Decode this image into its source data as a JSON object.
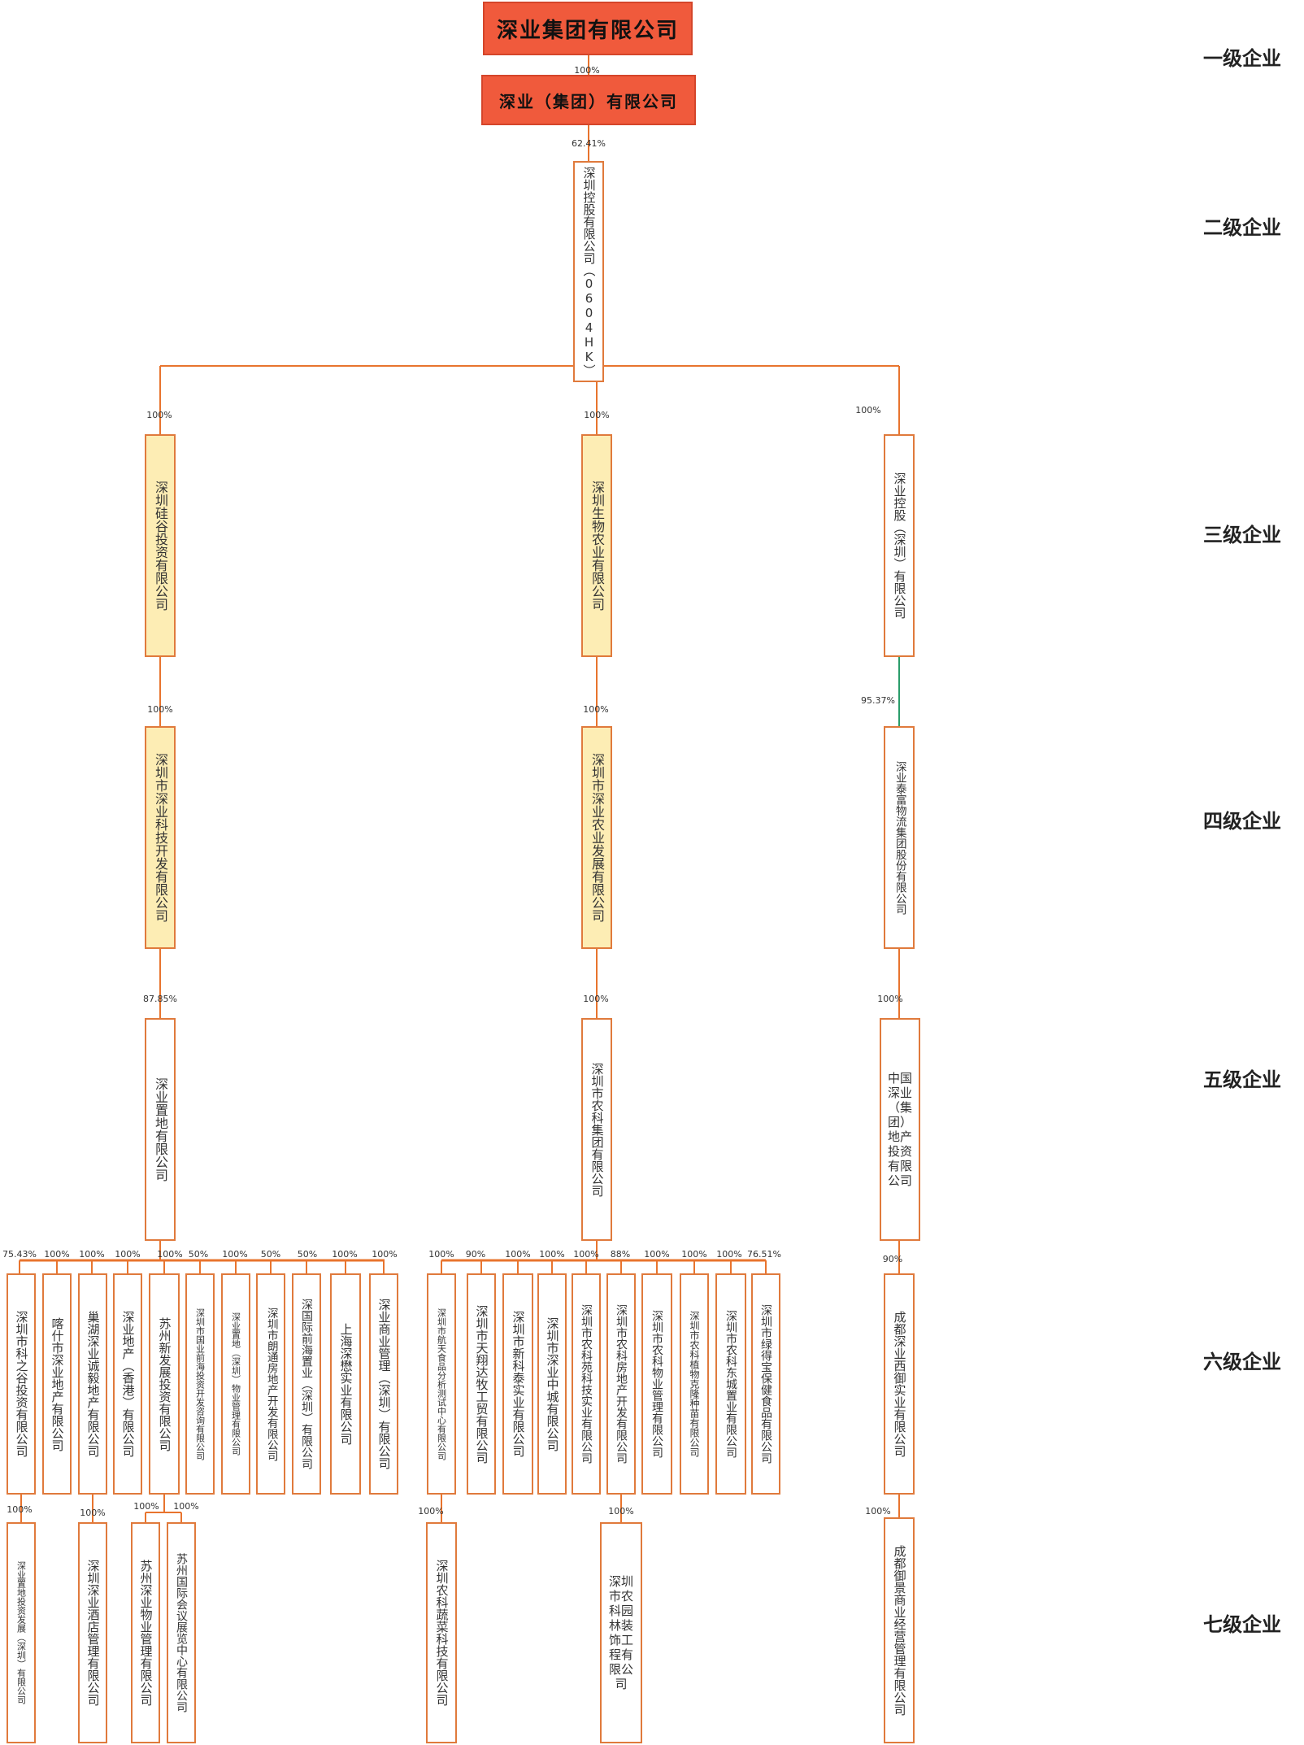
{
  "levels": [
    "一级企业",
    "二级企业",
    "三级企业",
    "四级企业",
    "五级企业",
    "六级企业",
    "七级企业"
  ],
  "nodes": {
    "n1": "深业集团有限公司",
    "n2": "深业（集团）有限公司",
    "n3": "深圳控股有限公司（0604HK）",
    "n4": "深圳硅谷投资有限公司",
    "n5": "深圳生物农业有限公司",
    "n6": "深业控股（深圳）有限公司",
    "n7": "深圳市深业科技开发有限公司",
    "n8": "深圳市深业农业发展有限公司",
    "n9": "深业泰富物流集团股份有限公司",
    "n10": "深业置地有限公司",
    "n11": "深圳市农科集团有限公司",
    "n12": "中国深业（集团）地产投资有限公司",
    "a1": "深圳市科之谷投资有限公司",
    "a2": "喀什市深业地产有限公司",
    "a3": "巢湖深业诚毅地产有限公司",
    "a4": "深业地产（香港）有限公司",
    "a5": "苏州新发展投资有限公司",
    "a6": "深圳市国业前海投资开发咨询有限公司",
    "a7": "深业置地（深圳）物业管理有限公司",
    "a8": "深圳市朗通房地产开发有限公司",
    "a9": "深国际前海置业（深圳）有限公司",
    "a10": "上海深懋实业有限公司",
    "a11": "深业商业管理（深圳）有限公司",
    "b1": "深圳市航天食品分析测试中心有限公司",
    "b2": "深圳市天翔达牧工贸有限公司",
    "b3": "深圳市新科泰实业有限公司",
    "b4": "深圳市深业中城有限公司",
    "b5": "深圳市农科苑科技实业有限公司",
    "b6": "深圳市农科房地产开发有限公司",
    "b7": "深圳市农科物业管理有限公司",
    "b8": "深圳市农科植物克隆种苗有限公司",
    "b9": "深圳市农科东城置业有限公司",
    "b10": "深圳市绿得宝保健食品有限公司",
    "c1": "成都深业西御实业有限公司",
    "d1": "深业置地投资发展（深圳）有限公司",
    "d2": "深圳深业酒店管理有限公司",
    "d3": "苏州深业物业管理有限公司",
    "d4": "苏州国际会议展览中心有限公司",
    "d5": "深圳农科蔬菜科技有限公司",
    "d6": "深圳市农科园林装饰工程有限公司",
    "d7": "成都御景商业经营管理有限公司"
  },
  "pcts": {
    "p1": "100%",
    "p2": "62.41%",
    "p3": "100%",
    "p4": "100%",
    "p5": "100%",
    "p6": "100%",
    "p7": "100%",
    "p8": "95.37%",
    "p9": "87.85%",
    "p10": "100%",
    "p11": "100%",
    "pa1": "75.43%",
    "pa2": "100%",
    "pa3": "100%",
    "pa4": "100%",
    "pa5": "100%",
    "pa6": "50%",
    "pa7": "100%",
    "pa8": "50%",
    "pa9": "50%",
    "pa10": "100%",
    "pa11": "100%",
    "pb1": "100%",
    "pb2": "90%",
    "pb3": "100%",
    "pb4": "100%",
    "pb5": "100%",
    "pb6": "88%",
    "pb7": "100%",
    "pb8": "100%",
    "pb9": "100%",
    "pb10": "76.51%",
    "pc1": "90%",
    "pd1": "100%",
    "pd2": "100%",
    "pd3": "100%",
    "pd4": "100%",
    "pd5": "100%",
    "pd6": "100%",
    "pd7": "100%"
  },
  "colors": {
    "line": "#e8742e",
    "green_line": "#2a9d6a",
    "red_box": "#f05a3c",
    "yellow_box": "#fdedb4",
    "border": "#e07a3c"
  }
}
